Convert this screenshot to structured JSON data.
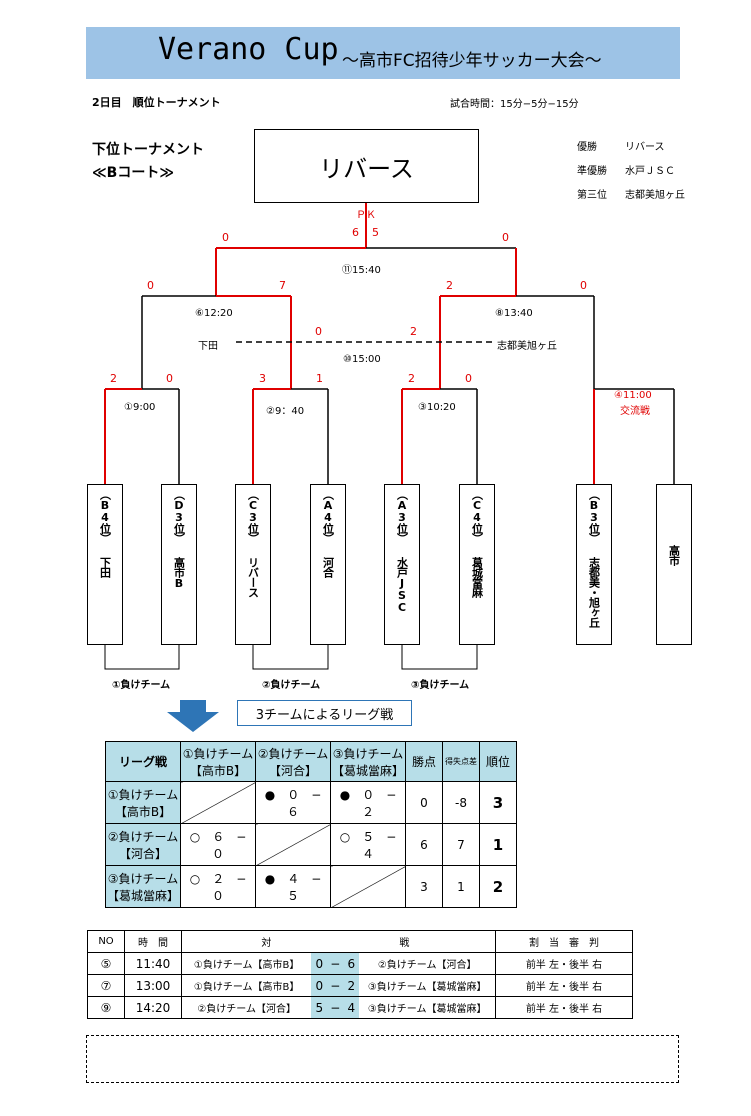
{
  "header": {
    "title": "Verano Cup",
    "subtitle": "～高市FC招待少年サッカー大会～",
    "day_label": "2日目　順位トーナメント",
    "match_time": "試合時間：15分−5分−15分"
  },
  "bracket": {
    "heading_line1": "下位トーナメント",
    "heading_line2": "≪Bコート≫",
    "winner": "リバース",
    "results": [
      {
        "label": "優勝",
        "team": "リバース"
      },
      {
        "label": "準優勝",
        "team": "水戸ＪＳＣ"
      },
      {
        "label": "第三位",
        "team": "志都美旭ヶ丘"
      }
    ],
    "final": {
      "pk": "ＰＫ",
      "pk_left": "6",
      "pk_right": "5",
      "left_score": "0",
      "right_score": "0",
      "time": "⑪15:40"
    },
    "semi_left": {
      "left_score": "0",
      "right_score": "7",
      "time": "⑥12:20"
    },
    "semi_right": {
      "left_score": "2",
      "right_score": "0",
      "time": "⑧13:40"
    },
    "third_place": {
      "left_team": "下田",
      "right_team": "志都美旭ヶ丘",
      "left_score": "0",
      "right_score": "2",
      "time": "⑩15:00"
    },
    "r1": [
      {
        "left_score": "2",
        "right_score": "0",
        "time": "①9:00"
      },
      {
        "left_score": "3",
        "right_score": "1",
        "time": "②9：40"
      },
      {
        "left_score": "2",
        "right_score": "0",
        "time": "③10:20"
      }
    ],
    "friendly": {
      "time": "④11:00",
      "note": "交流戦"
    },
    "teams": [
      {
        "seed": "（B4位）",
        "name": "下田"
      },
      {
        "seed": "（D3位）",
        "name": "高市B"
      },
      {
        "seed": "（C3位）",
        "name": "リバース"
      },
      {
        "seed": "（A4位）",
        "name": "河合"
      },
      {
        "seed": "（A3位）",
        "name": "水戸JSC"
      },
      {
        "seed": "（C4位）",
        "name": "葛城當麻"
      },
      {
        "seed": "（B3位）",
        "name": "志都美・旭ヶ丘"
      },
      {
        "seed": "",
        "name": "高市"
      }
    ],
    "losers": [
      "①負けチーム",
      "②負けチーム",
      "③負けチーム"
    ]
  },
  "league": {
    "banner": "3チームによるリーグ戦",
    "corner": "リーグ戦",
    "columns": [
      {
        "l1": "①負けチーム",
        "l2": "【高市B】"
      },
      {
        "l1": "②負けチーム",
        "l2": "【河合】"
      },
      {
        "l1": "③負けチーム",
        "l2": "【葛城當麻】"
      }
    ],
    "col_points": "勝点",
    "col_diff": "得失点差",
    "col_rank": "順位",
    "rows": [
      {
        "l1": "①負けチーム",
        "l2": "【高市B】",
        "c1": "",
        "c2": "●　０　−　６",
        "c3": "●　０　−　２",
        "points": "0",
        "diff": "-8",
        "rank": "3"
      },
      {
        "l1": "②負けチーム",
        "l2": "【河合】",
        "c1": "○　６　−　０",
        "c2": "",
        "c3": "○　５　−　４",
        "points": "6",
        "diff": "7",
        "rank": "1"
      },
      {
        "l1": "③負けチーム",
        "l2": "【葛城當麻】",
        "c1": "○　２　−　０",
        "c2": "●　４　−　５",
        "c3": "",
        "points": "3",
        "diff": "1",
        "rank": "2"
      }
    ]
  },
  "schedule": {
    "headers": {
      "no": "NO",
      "time": "時　間",
      "match_a": "対",
      "match_b": "戦",
      "ref": "割　当　審　判"
    },
    "rows": [
      {
        "no": "⑤",
        "time": "11:40",
        "home": "①負けチーム【高市B】",
        "hs": "0",
        "dash": "−",
        "as": "6",
        "away": "②負けチーム【河合】",
        "ref": "前半 左・後半 右"
      },
      {
        "no": "⑦",
        "time": "13:00",
        "home": "①負けチーム【高市B】",
        "hs": "0",
        "dash": "−",
        "as": "2",
        "away": "③負けチーム【葛城當麻】",
        "ref": "前半 左・後半 右"
      },
      {
        "no": "⑨",
        "time": "14:20",
        "home": "②負けチーム【河合】",
        "hs": "5",
        "dash": "−",
        "as": "4",
        "away": "③負けチーム【葛城當麻】",
        "ref": "前半 左・後半 右"
      }
    ]
  }
}
